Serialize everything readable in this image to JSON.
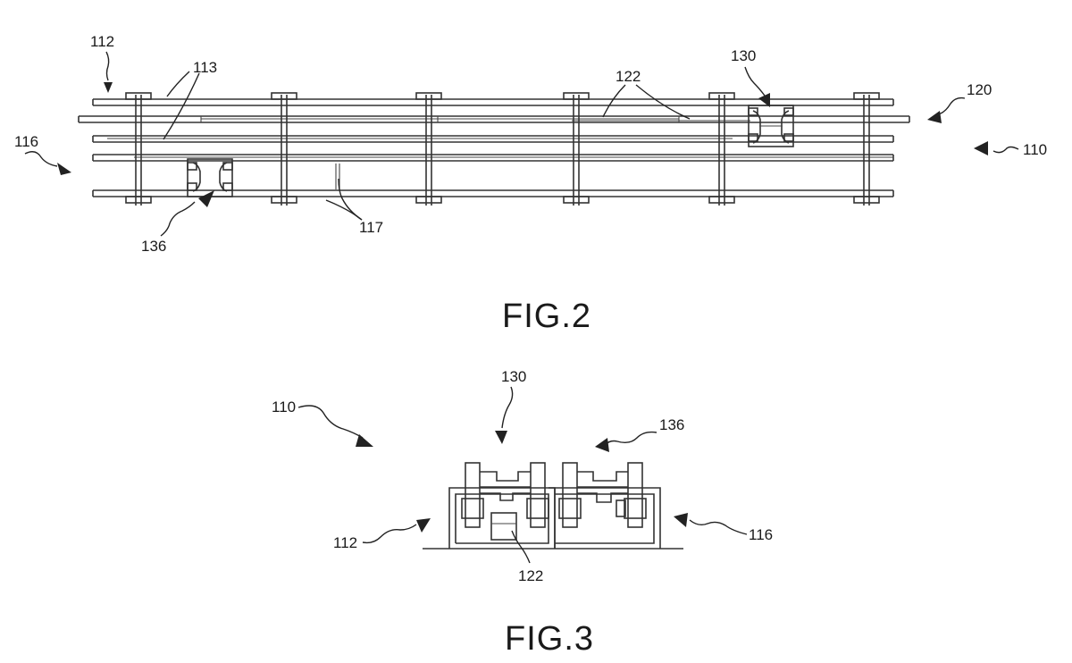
{
  "fig2": {
    "caption": "FIG.2",
    "labels": {
      "l112": "112",
      "l113": "113",
      "l116": "116",
      "l117": "117",
      "l120": "120",
      "l122": "122",
      "l130": "130",
      "l136": "136",
      "l110": "110"
    }
  },
  "fig3": {
    "caption": "FIG.3",
    "labels": {
      "l110": "110",
      "l130": "130",
      "l136": "136",
      "l112": "112",
      "l116": "116",
      "l122": "122"
    }
  }
}
